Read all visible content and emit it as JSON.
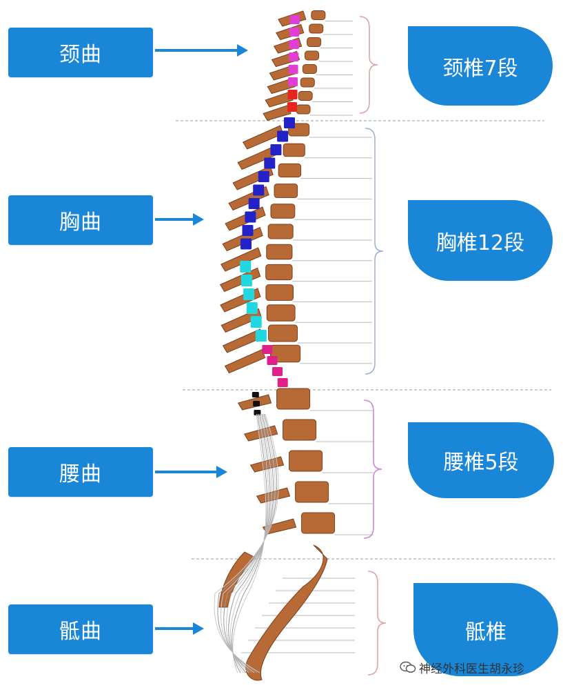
{
  "curves": [
    {
      "key": "cervical",
      "label": "颈曲"
    },
    {
      "key": "thoracic",
      "label": "胸曲"
    },
    {
      "key": "lumbar",
      "label": "腰曲"
    },
    {
      "key": "sacral",
      "label": "骶曲"
    }
  ],
  "segments": [
    {
      "key": "cervical",
      "label": "颈椎7段"
    },
    {
      "key": "thoracic",
      "label": "胸椎12段"
    },
    {
      "key": "lumbar",
      "label": "腰椎5段"
    },
    {
      "key": "sacral",
      "label": "骶椎"
    }
  ],
  "watermark": "神经外科医生胡永珍",
  "colors": {
    "label_bg": "#1a86d8",
    "bone": "#b86a36",
    "cervical_cord": "#e23ed6",
    "cervical_lower_cord": "#e8241e",
    "thoracic_cord": "#2222c8",
    "thoracic_lower_cord": "#22d8e0",
    "lumbar_cord": "#e0208a",
    "conus": "#111111",
    "bracket_cervical": "#d9a6a6",
    "bracket_thoracic": "#9fb0cf",
    "bracket_lumbar": "#c98ad0",
    "bracket_sacral": "#e0a3a3"
  },
  "icons": {
    "watermark": "wechat-icon",
    "arrow": "arrow-right-icon"
  }
}
